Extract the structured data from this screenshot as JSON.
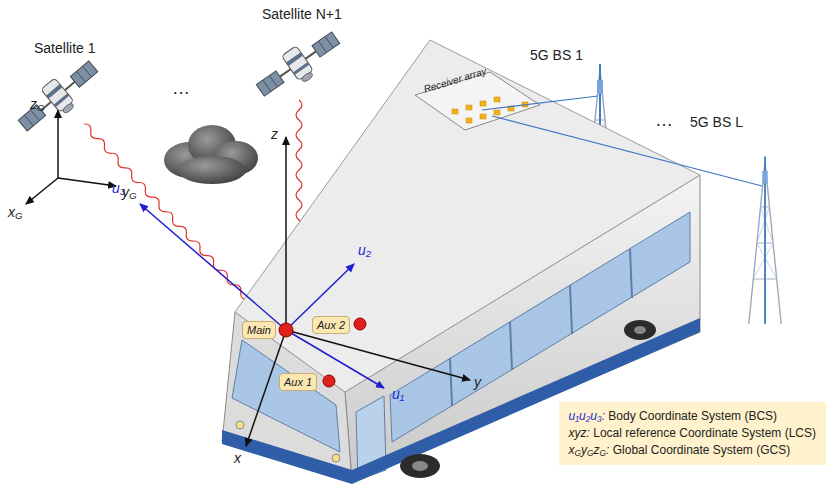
{
  "diagram": {
    "nodes": [
      {
        "text": [
          "Main"
        ]
      },
      {
        "text": [
          "Aux 1"
        ]
      },
      {
        "text": [
          "Aux 2"
        ]
      },
      {
        "text": [
          "u₁u₂u₃: Body Coordinate System (BCS)",
          "xyz: Local reference Coordinate System (LCS)",
          "xGyGzG: Global Coordinate System (GCS)"
        ]
      }
    ],
    "labels": [
      "Satellite N+1",
      "Satellite 1",
      "…",
      "5G BS 1",
      "5G BS L",
      "…",
      "z",
      "u₃",
      "x",
      "y",
      "u₂",
      "u₁",
      "zG",
      "yG",
      "xG",
      "Receiver array"
    ]
  }
}
